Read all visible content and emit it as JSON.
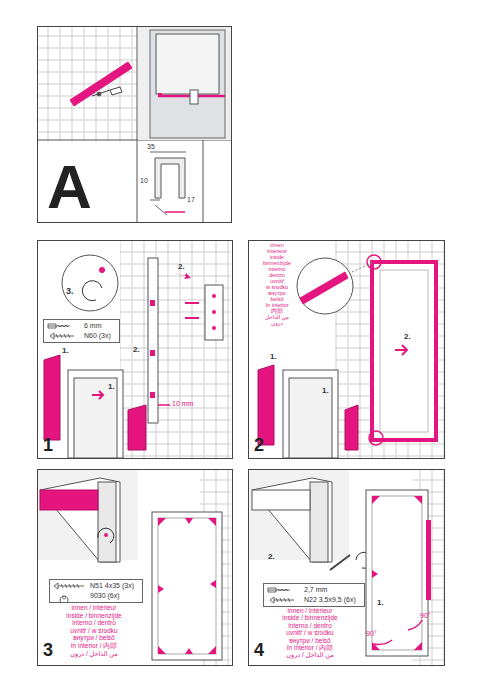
{
  "diagram": {
    "nodes": [
      {
        "text": [
          "A"
        ]
      },
      {
        "text": [
          "1"
        ]
      },
      {
        "text": [
          "6 mm",
          "N60 (3x)"
        ],
        "in": 1
      },
      {
        "text": [
          "2"
        ]
      },
      {
        "text": [
          "3"
        ]
      },
      {
        "text": [
          "N51 4x35 (3x)",
          "9030 (6x)"
        ],
        "in": 4
      },
      {
        "text": [
          "4"
        ]
      },
      {
        "text": [
          "2,7 mm",
          "N22 3,5x9,5 (6x)"
        ],
        "in": 6
      }
    ],
    "labels": [
      "35",
      "10",
      "17",
      "3.",
      "2.",
      "1.",
      "2.",
      "1.",
      "10 mm",
      "1.",
      "1.",
      "2.",
      "innen",
      "intérieur",
      "inside",
      "binnenzijde",
      "interno",
      "dentro",
      "uvnitř",
      "w środku",
      "внутри",
      "belső",
      "în interior",
      "内部",
      "من الداخل",
      "درون",
      "innen / intérieur",
      "inside / binnenzijde",
      "interno / dentro",
      "uvnitř / w środku",
      "внутри / belső",
      "în interior / 内部",
      "من الداخل / درون",
      "2.",
      "1.",
      "90°",
      "90°",
      "innen / intérieur",
      "inside / binnenzijde",
      "interno / dentro",
      "uvnitř / w środku",
      "внутри / belső",
      "în interior / 内部",
      "من الداخل / درون"
    ]
  }
}
